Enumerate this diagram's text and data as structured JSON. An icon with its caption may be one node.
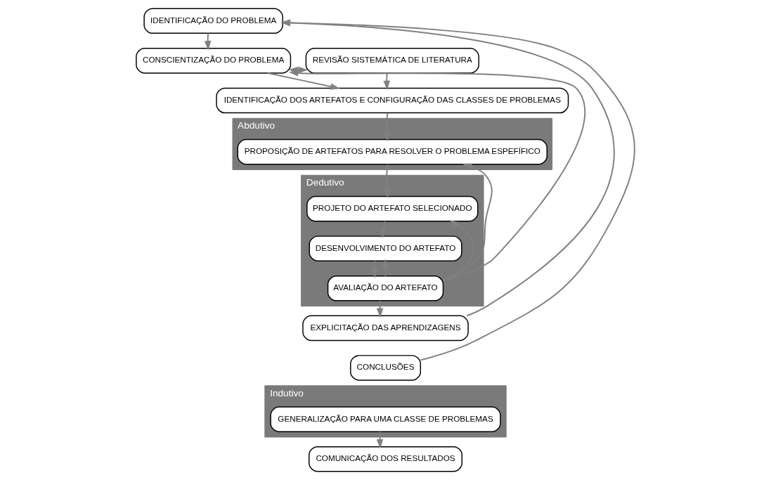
{
  "diagram": {
    "nodes": [
      {
        "text": [
          "IDENTIFICAÇÃO DO PROBLEMA"
        ]
      },
      {
        "text": [
          "CONSCIENTIZAÇÃO DO PROBLEMA"
        ]
      },
      {
        "text": [
          "REVISÃO SISTEMÁTICA DE LITERATURA"
        ]
      },
      {
        "text": [
          "IDENTIFICAÇÃO DOS ARTEFATOS E CONFIGURAÇÃO DAS CLASSES DE PROBLEMAS"
        ]
      },
      {
        "text": [
          "Abdutivo"
        ]
      },
      {
        "text": [
          "PROPOSIÇÃO DE ARTEFATOS PARA RESOLVER O PROBLEMA ESPEFÍFICO"
        ],
        "in": 4
      },
      {
        "text": [
          "Dedutivo"
        ]
      },
      {
        "text": [
          "PROJETO DO ARTEFATO SELECIONADO"
        ],
        "in": 6
      },
      {
        "text": [
          "DESENVOLVIMENTO DO ARTEFATO"
        ],
        "in": 6
      },
      {
        "text": [
          "AVALIAÇÃO DO ARTEFATO"
        ],
        "in": 6
      },
      {
        "text": [
          "EXPLICITAÇÃO DAS APRENDIZAGENS"
        ]
      },
      {
        "text": [
          "CONCLUSÕES"
        ]
      },
      {
        "text": [
          "Indutivo"
        ]
      },
      {
        "text": [
          "GENERALIZAÇÃO PARA UMA CLASSE DE PROBLEMAS"
        ],
        "in": 12
      },
      {
        "text": [
          "COMUNICAÇÃO DOS RESULTADOS"
        ]
      }
    ],
    "edges": [
      {
        "from": 0,
        "to": 1,
        "arrow": "to"
      },
      {
        "from": 1,
        "to": 2,
        "arrow": "both"
      },
      {
        "from": 1,
        "to": 3,
        "arrow": "to"
      },
      {
        "from": 2,
        "to": 3,
        "arrow": "to"
      },
      {
        "from": 3,
        "to": 5,
        "arrow": "to"
      },
      {
        "from": 5,
        "to": 7,
        "arrow": "to"
      },
      {
        "from": 7,
        "to": 8,
        "arrow": "to"
      },
      {
        "from": 8,
        "to": 9,
        "arrow": "to"
      },
      {
        "from": 9,
        "to": 10,
        "arrow": "to"
      },
      {
        "from": 9,
        "to": 1,
        "arrow": "to"
      },
      {
        "from": 9,
        "to": 5,
        "arrow": "to"
      },
      {
        "from": 9,
        "to": 7,
        "arrow": "to"
      },
      {
        "from": 9,
        "to": 8,
        "arrow": "to"
      },
      {
        "from": 10,
        "to": 0,
        "arrow": "to"
      },
      {
        "from": 11,
        "to": 0,
        "arrow": "to"
      },
      {
        "from": 13,
        "to": 14,
        "arrow": "to"
      }
    ]
  }
}
